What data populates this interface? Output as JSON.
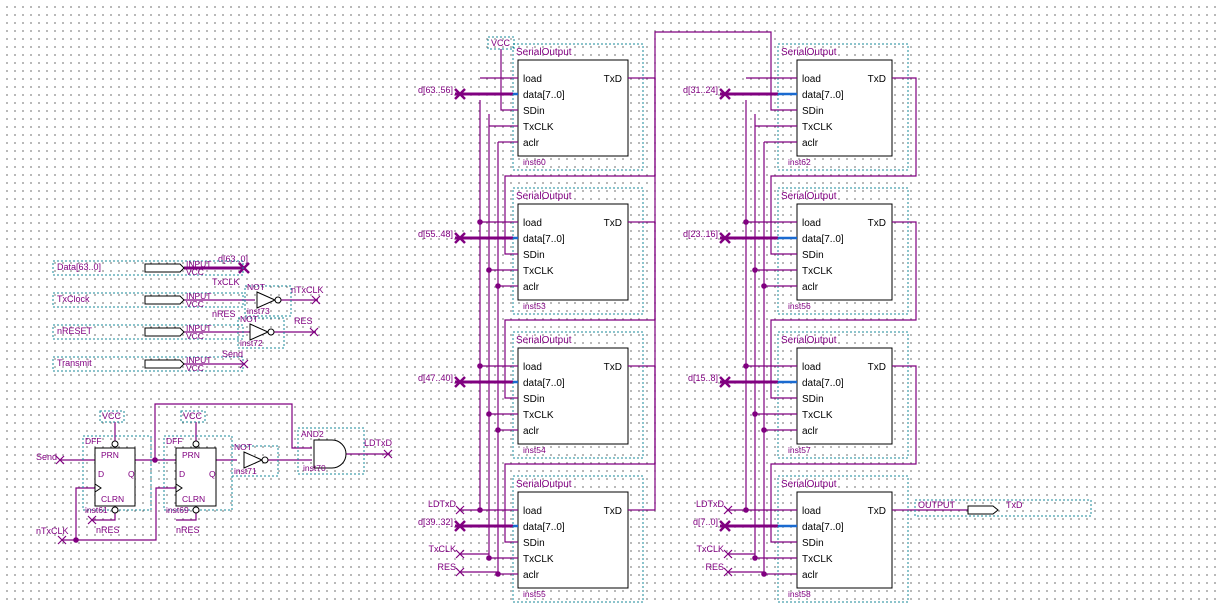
{
  "serial_blocks": [
    {
      "title": "SerialOutput",
      "inst": "inst60",
      "bus": "d[63..56]"
    },
    {
      "title": "SerialOutput",
      "inst": "inst53",
      "bus": "d[55..48]"
    },
    {
      "title": "SerialOutput",
      "inst": "inst54",
      "bus": "d[47..40]"
    },
    {
      "title": "SerialOutput",
      "inst": "inst55",
      "bus": "d[39..32]"
    },
    {
      "title": "SerialOutput",
      "inst": "inst62",
      "bus": "d[31..24]"
    },
    {
      "title": "SerialOutput",
      "inst": "inst56",
      "bus": "d[23..16]"
    },
    {
      "title": "SerialOutput",
      "inst": "inst57",
      "bus": "d[15..8]"
    },
    {
      "title": "SerialOutput",
      "inst": "inst58",
      "bus": "d[7..0]"
    }
  ],
  "ports": {
    "load": "load",
    "data": "data[7..0]",
    "sdin": "SDin",
    "txclk": "TxCLK",
    "aclr": "aclr",
    "txd": "TxD"
  },
  "inputs": [
    {
      "name": "Data[63..0]",
      "net": "d[63..0]"
    },
    {
      "name": "TxClock",
      "net": "TxCLK"
    },
    {
      "name": "nRESET",
      "net": "nRES"
    },
    {
      "name": "Transmit",
      "net": "Send"
    }
  ],
  "input_tag": "INPUT",
  "vcc": "VCC",
  "nots": [
    {
      "title": "NOT",
      "inst": "inst73",
      "out": "nTxCLK"
    },
    {
      "title": "NOT",
      "inst": "inst72",
      "out": "RES"
    },
    {
      "title": "NOT",
      "inst": "inst71",
      "out": ""
    }
  ],
  "dffs": [
    {
      "title": "DFF",
      "inst": "inst61"
    },
    {
      "title": "DFF",
      "inst": "inst69"
    }
  ],
  "dff_pins": {
    "prn": "PRN",
    "clrn": "CLRN",
    "d": "D",
    "q": "Q"
  },
  "and_gate": {
    "title": "AND2",
    "inst": "inst70",
    "out": "LDTxD"
  },
  "net_labels": {
    "send": "Send",
    "ntxclk": "nTxCLK",
    "nres": "nRES",
    "ldtxd": "LDTxD",
    "txclk": "TxCLK",
    "res": "RES"
  },
  "output": {
    "tag": "OUTPUT",
    "name": "TxD"
  }
}
